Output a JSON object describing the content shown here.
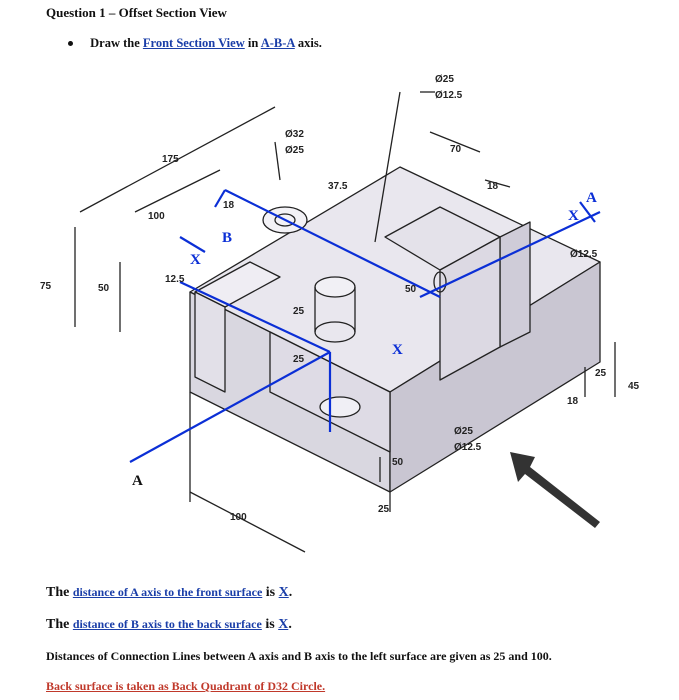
{
  "title": "Question 1 – Offset Section View",
  "instruction": {
    "prefix": "Draw the ",
    "link1": "Front Section View",
    "middle": " in ",
    "link2": "A-B-A",
    "suffix": " axis."
  },
  "drawing": {
    "dimensions": {
      "d25_top": "Ø25",
      "d125_top": "Ø12.5",
      "d32": "Ø32",
      "d25_mid": "Ø25",
      "d175": "175",
      "d100_left": "100",
      "d375": "37.5",
      "d70": "70",
      "d18_top": "18",
      "d18_left": "18",
      "d75": "75",
      "d50_left": "50",
      "d125_left": "12.5",
      "d125_right": "Ø12.5",
      "d25_inner": "25",
      "d25_inner2": "25",
      "d50_mid": "50",
      "d25_right": "25",
      "d45": "45",
      "d18_right": "18",
      "d25_bot_hole": "Ø25",
      "d125_bot_hole": "Ø12.5",
      "d50_bot": "50",
      "d25_bot": "25",
      "d100_bot": "100"
    },
    "labels": {
      "A_right": "A",
      "A_left": "A",
      "B": "B",
      "X_left": "X",
      "X_mid": "X",
      "X_right": "X"
    }
  },
  "statements": {
    "s1_prefix": "The ",
    "s1_link": "distance of A axis to the front surface",
    "s1_mid": " is ",
    "s1_x": "X",
    "s1_end": ".",
    "s2_prefix": "The ",
    "s2_link": "distance of B axis to the back surface",
    "s2_mid": " is ",
    "s2_x": "X",
    "s2_end": ".",
    "s3": "Distances of Connection Lines between A axis and B axis to the left surface are given as 25 and 100.",
    "s4": "Back surface is taken as Back Quadrant of  D32 Circle."
  },
  "colors": {
    "section_line": "#0b2fd6",
    "link": "#1a3ea8",
    "red_link": "#c0392b"
  }
}
